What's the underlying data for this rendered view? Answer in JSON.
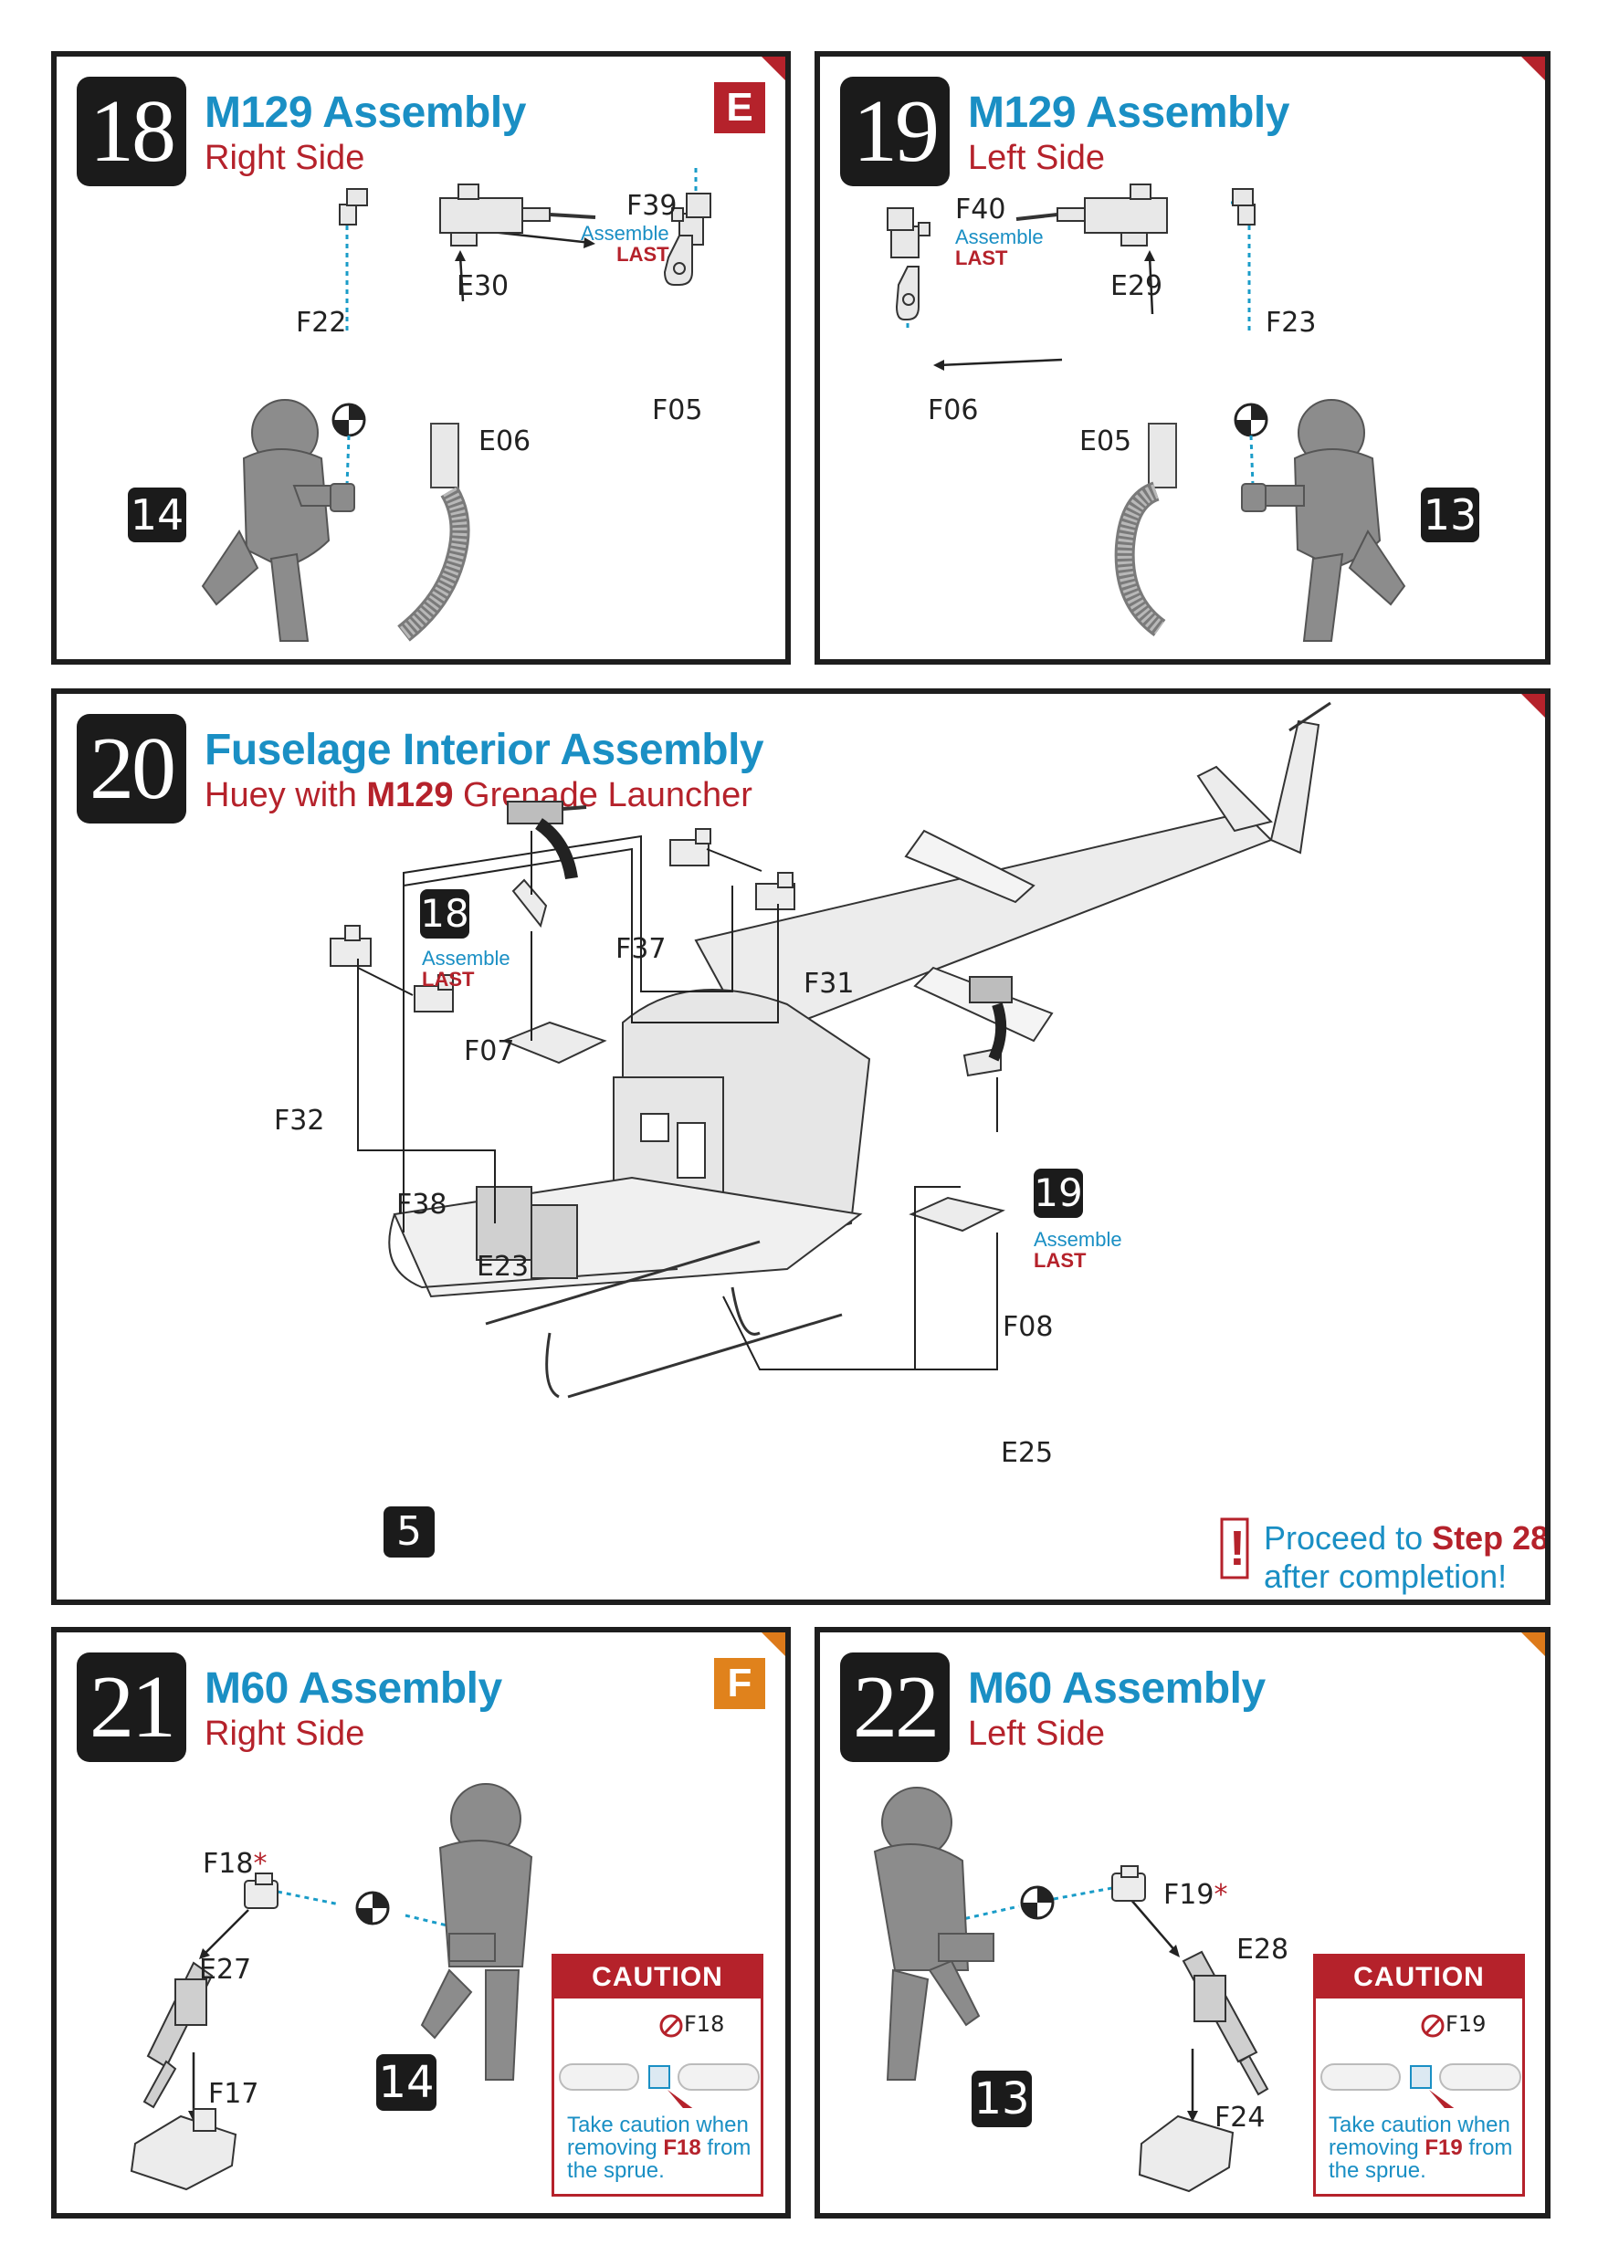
{
  "step18": {
    "number": "18",
    "title": "M129 Assembly",
    "subtitle": "Right Side",
    "sprue": "E",
    "parts": {
      "f39": "F39",
      "f22": "F22",
      "e30": "E30",
      "f05": "F05",
      "e06": "E06"
    },
    "note_assemble": "Assemble",
    "note_last": "LAST",
    "figure": "14"
  },
  "step19": {
    "number": "19",
    "title": "M129 Assembly",
    "subtitle": "Left Side",
    "parts": {
      "f40": "F40",
      "e29": "E29",
      "f23": "F23",
      "f06": "F06",
      "e05": "E05"
    },
    "note_assemble": "Assemble",
    "note_last": "LAST",
    "figure": "13"
  },
  "step20": {
    "number": "20",
    "title": "Fuselage Interior Assembly",
    "subtitle_pre": "Huey with ",
    "subtitle_bold": "M129",
    "subtitle_post": " Grenade Launcher",
    "sub18": "18",
    "sub19": "19",
    "base_step": "5",
    "note_assemble": "Assemble",
    "note_last": "LAST",
    "parts": {
      "f37": "F37",
      "f31": "F31",
      "f07": "F07",
      "f32": "F32",
      "f38": "F38",
      "e23": "E23",
      "f08": "F08",
      "e25": "E25"
    },
    "proceed_pre": "Proceed to ",
    "proceed_step": "Step 28",
    "proceed_post": "after completion!",
    "alert_glyph": "!"
  },
  "step21": {
    "number": "21",
    "title": "M60 Assembly",
    "subtitle": "Right Side",
    "sprue": "F",
    "parts": {
      "f18": "F18",
      "star": "*",
      "e27": "E27",
      "f17": "F17"
    },
    "figure": "14",
    "caution": {
      "header": "CAUTION",
      "part": "F18",
      "text_1": "Take caution when",
      "text_2": "removing ",
      "text_part": "F18",
      "text_3": " from",
      "text_4": "the sprue."
    }
  },
  "step22": {
    "number": "22",
    "title": "M60 Assembly",
    "subtitle": "Left Side",
    "parts": {
      "f19": "F19",
      "star": "*",
      "e28": "E28",
      "f24": "F24"
    },
    "figure": "13",
    "caution": {
      "header": "CAUTION",
      "part": "F19",
      "text_1": "Take caution when",
      "text_2": "removing ",
      "text_part": "F19",
      "text_3": " from",
      "text_4": "the sprue."
    }
  },
  "colors": {
    "accent_blue": "#1a8fc4",
    "accent_red": "#b5222b",
    "sprue_e": "#b5222b",
    "sprue_f": "#e0821c",
    "frame": "#1e1e1e"
  }
}
